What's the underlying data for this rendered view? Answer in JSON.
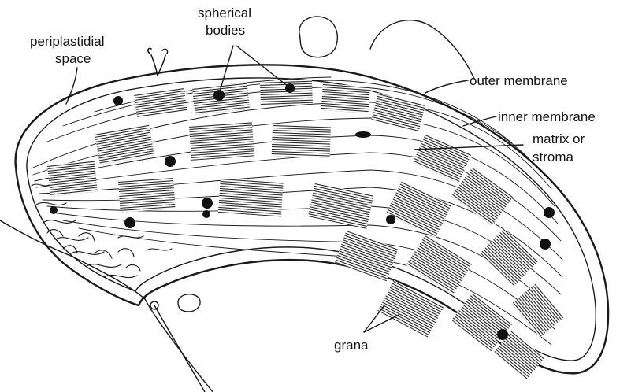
{
  "labels": {
    "periplastidial_1": "periplastidial",
    "periplastidial_2": "space",
    "spherical_1": "spherical",
    "spherical_2": "bodies",
    "outer_membrane": "outer membrane",
    "inner_membrane": "inner membrane",
    "matrix_1": "matrix or",
    "matrix_2": "stroma",
    "grana": "grana"
  }
}
